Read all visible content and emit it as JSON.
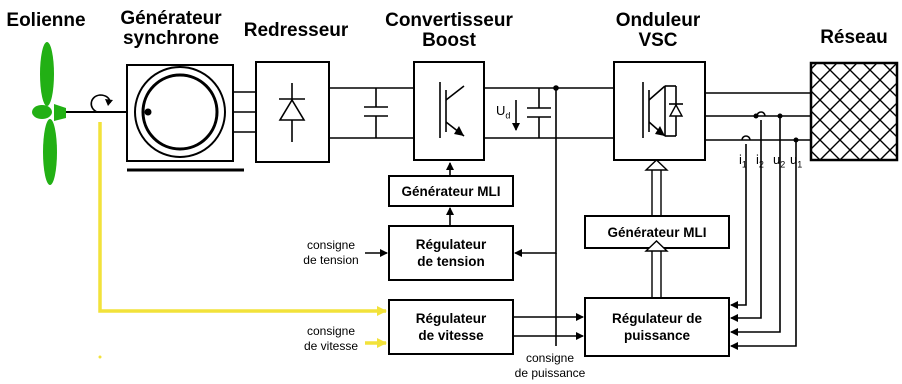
{
  "headers": {
    "eolienne": "Eolienne",
    "generateur": [
      "Générateur",
      "synchrone"
    ],
    "redresseur": "Redresseur",
    "boost": [
      "Convertisseur",
      "Boost"
    ],
    "onduleur": [
      "Onduleur",
      "VSC"
    ],
    "reseau": "Réseau"
  },
  "blocks": {
    "mli_boost": "Générateur MLI",
    "mli_vsc": "Générateur MLI",
    "reg_tension": [
      "Régulateur",
      "de tension"
    ],
    "reg_vitesse": [
      "Régulateur",
      "de vitesse"
    ],
    "reg_puissance": [
      "Régulateur de",
      "puissance"
    ]
  },
  "setpoints": {
    "tension": [
      "consigne",
      "de tension"
    ],
    "vitesse": [
      "consigne",
      "de vitesse"
    ],
    "puissance": [
      "consigne",
      "de puissance"
    ]
  },
  "signals": {
    "ud": {
      "base": "U",
      "sub": "d"
    },
    "i1": {
      "base": "i",
      "sub": "1"
    },
    "i2": {
      "base": "i",
      "sub": "2"
    },
    "u2": {
      "base": "u",
      "sub": "2"
    },
    "u1": {
      "base": "u",
      "sub": "1"
    }
  },
  "colors": {
    "blade": "#22b014",
    "feedback": "#f2e23a",
    "line": "#000000"
  }
}
